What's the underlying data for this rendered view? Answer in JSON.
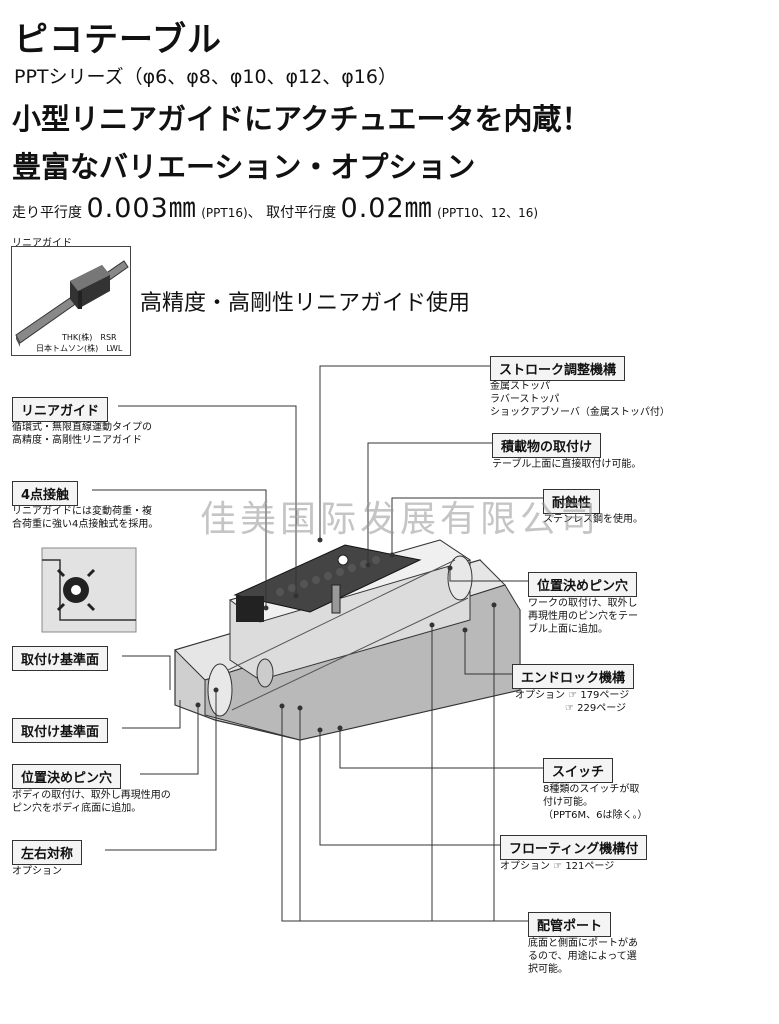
{
  "title": "ピコテーブル",
  "series": "PPTシリーズ（φ6、φ8、φ10、φ12、φ16）",
  "headline1": "小型リニアガイドにアクチュエータを内蔵！",
  "headline2": "豊富なバリエーション・オプション",
  "spec": {
    "label1": "走り平行度",
    "value1": "0.003㎜",
    "note1": "(PPT16)",
    "sep": "、",
    "label2": "取付平行度",
    "value2": "0.02㎜",
    "note2": "(PPT10、12、16)"
  },
  "linear_guide_photo": {
    "label": "リニアガイド",
    "maker1": "THK(株)　RSR",
    "maker2": "日本トムソン(株)　LWL"
  },
  "tagline": "高精度・高剛性リニアガイド使用",
  "watermark": "佳美国际发展有限公司",
  "callouts": {
    "linear_guide": {
      "label": "リニアガイド",
      "desc": [
        "循環式・無限直線運動タイプの",
        "高精度・高剛性リニアガイド"
      ]
    },
    "four_point": {
      "label": "4点接触",
      "desc": [
        "リニアガイドには変動荷重・複",
        "合荷重に強い4点接触式を採用。"
      ]
    },
    "mount_ref1": {
      "label": "取付け基準面"
    },
    "mount_ref2": {
      "label": "取付け基準面"
    },
    "pin_hole_left": {
      "label": "位置決めピン穴",
      "desc": [
        "ボディの取付け、取外し再現性用の",
        "ピン穴をボディ底面に追加。"
      ]
    },
    "symmetric": {
      "label": "左右対称",
      "desc": [
        "オプション"
      ]
    },
    "stroke_adjust": {
      "label": "ストローク調整機構",
      "desc": [
        "金属ストッパ",
        "ラバーストッパ",
        "ショックアブソーバ（金属ストッパ付）"
      ]
    },
    "load_mount": {
      "label": "積載物の取付け",
      "desc": [
        "テーブル上面に直接取付け可能。"
      ]
    },
    "corrosion": {
      "label": "耐蝕性",
      "desc": [
        "ステンレス鋼を使用。"
      ]
    },
    "pin_hole_right": {
      "label": "位置決めピン穴",
      "desc": [
        "ワークの取付け、取外し",
        "再現性用のピン穴をテー",
        "ブル上面に追加。"
      ]
    },
    "end_lock": {
      "label": "エンドロック機構",
      "desc": [
        "オプション ☞ 179ページ",
        "☞ 229ページ"
      ]
    },
    "switch": {
      "label": "スイッチ",
      "desc": [
        "8種類のスイッチが取",
        "付け可能。",
        "（PPT6M、6は除く。）"
      ]
    },
    "floating": {
      "label": "フローティング機構付",
      "desc": [
        "オプション ☞ 121ページ"
      ]
    },
    "port": {
      "label": "配管ポート",
      "desc": [
        "底面と側面にポートがあ",
        "るので、用途によって選",
        "択可能。"
      ]
    }
  }
}
